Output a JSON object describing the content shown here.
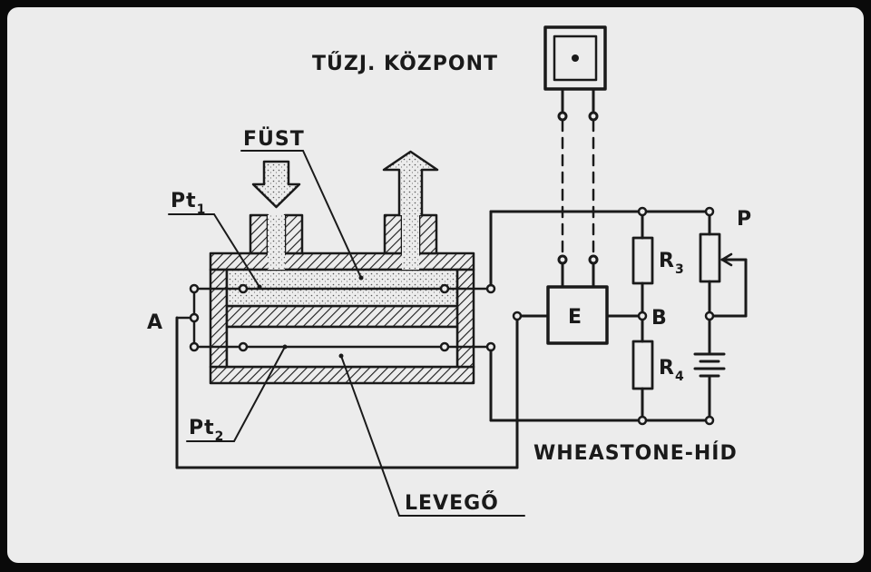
{
  "labels": {
    "central": "TŰZJ. KÖZPONT",
    "smoke": "FÜST",
    "pt1": "Pt",
    "pt1_sub": "1",
    "pt2": "Pt",
    "pt2_sub": "2",
    "node_a": "A",
    "node_b": "B",
    "evaluator": "E",
    "r3": "R",
    "r3_sub": "3",
    "r4": "R",
    "r4_sub": "4",
    "pot": "P",
    "bridge": "WHEASTONE-HÍD",
    "air": "LEVEGŐ"
  },
  "colors": {
    "paper": "#ececec",
    "ink": "#1a1a1a",
    "frame": "#0a0a0a"
  }
}
